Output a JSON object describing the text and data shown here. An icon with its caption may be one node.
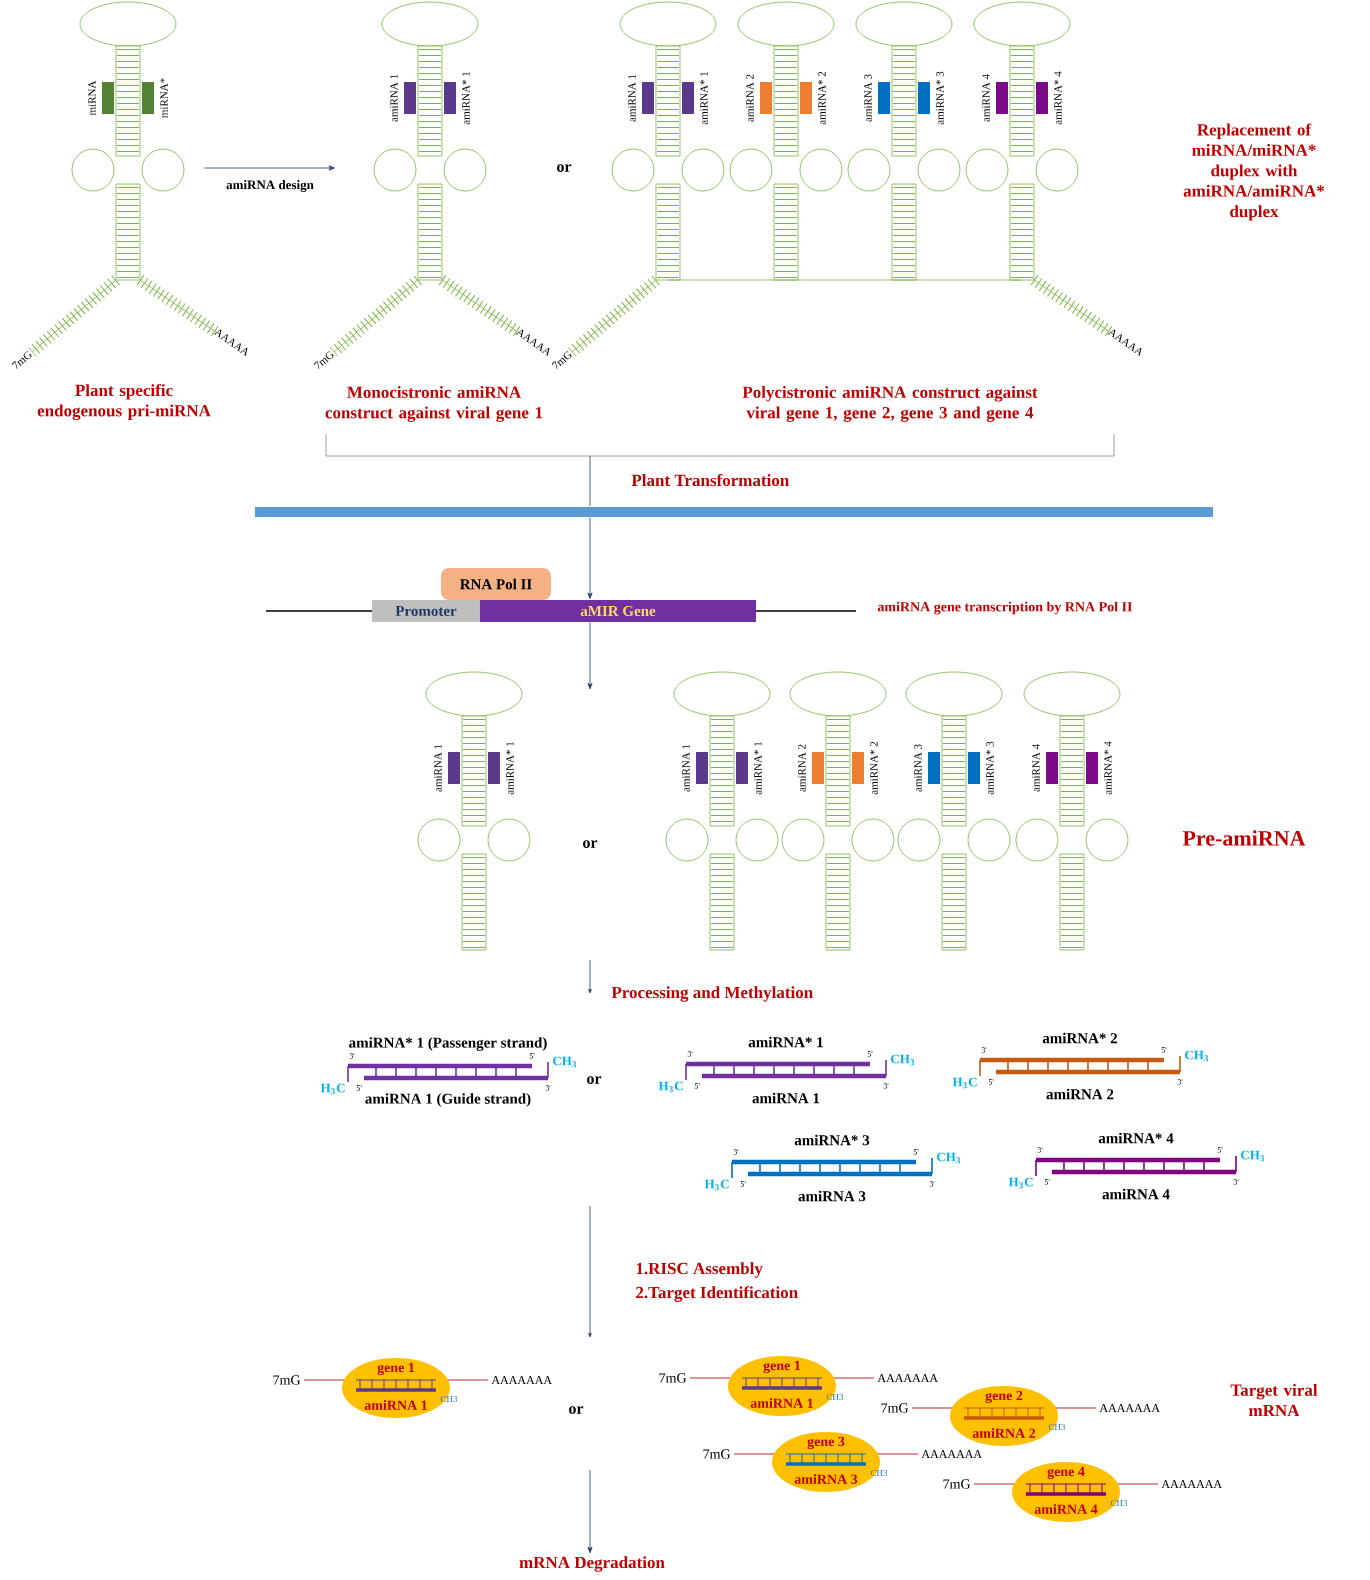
{
  "diagram": {
    "nodes": [
      {
        "text": [
          "miRNA",
          "miRNA*",
          "7mG",
          "AAAAA"
        ],
        "beside": [
          "Plant specific endogenous pri-miRNA"
        ]
      },
      {
        "text": [
          "amiRNA 1",
          "amiRNA* 1",
          "7mG",
          "AAAAA"
        ],
        "beside": [
          "Monocistronic amiRNA construct against viral gene 1"
        ]
      },
      {
        "text": [
          "amiRNA 1",
          "amiRNA* 1",
          "amiRNA 2",
          "amiRNA* 2",
          "amiRNA 3",
          "amiRNA* 3",
          "amiRNA 4",
          "amiRNA* 4",
          "7mG",
          "AAAAA"
        ],
        "beside": [
          "Polycistronic amiRNA construct against viral gene 1, gene 2, gene 3 and gene 4"
        ]
      },
      {
        "text": [],
        "shape": "bar"
      },
      {
        "text": [
          "RNA Pol II"
        ]
      },
      {
        "text": [
          "Promoter"
        ]
      },
      {
        "text": [
          "aMIR Gene"
        ]
      },
      {
        "text": [
          "amiRNA 1",
          "amiRNA* 1"
        ]
      },
      {
        "text": [
          "amiRNA 1",
          "amiRNA* 1"
        ]
      },
      {
        "text": [
          "amiRNA 2",
          "amiRNA* 2"
        ]
      },
      {
        "text": [
          "amiRNA 3",
          "amiRNA* 3"
        ]
      },
      {
        "text": [
          "amiRNA 4",
          "amiRNA* 4"
        ]
      },
      {
        "text": [
          "amiRNA* 1 (Passenger strand)",
          "3'",
          "5'",
          "CH$_{3}$",
          "H$_{3}$C",
          "5'",
          "3'",
          "amiRNA 1 (Guide strand)"
        ]
      },
      {
        "text": [
          "amiRNA* 1",
          "3'",
          "5'",
          "CH$_{3}$",
          "H$_{3}$C",
          "5'",
          "3'",
          "amiRNA 1"
        ]
      },
      {
        "text": [
          "amiRNA* 2",
          "3'",
          "5'",
          "CH$_{3}$",
          "H$_{3}$C",
          "5'",
          "3'",
          "amiRNA 2"
        ]
      },
      {
        "text": [
          "amiRNA* 3",
          "3'",
          "5'",
          "CH$_{3}$",
          "H$_{3}$C",
          "5'",
          "3'",
          "amiRNA 3"
        ]
      },
      {
        "text": [
          "amiRNA* 4",
          "3'",
          "5'",
          "CH$_{3}$",
          "H$_{3}$C",
          "5'",
          "3'",
          "amiRNA 4"
        ]
      },
      {
        "text": [
          "gene 1",
          "CH3",
          "amiRNA 1"
        ],
        "beside": [
          "7mG",
          "AAAAAAA"
        ]
      },
      {
        "text": [
          "gene 1",
          "CH3",
          "amiRNA 1"
        ],
        "beside": [
          "7mG",
          "AAAAAAA"
        ]
      },
      {
        "text": [
          "gene 2",
          "CH3",
          "amiRNA 2"
        ],
        "beside": [
          "7mG",
          "AAAAAAA"
        ]
      },
      {
        "text": [
          "gene 3",
          "CH3",
          "amiRNA 3"
        ],
        "beside": [
          "7mG",
          "AAAAAAA"
        ]
      },
      {
        "text": [
          "gene 4",
          "CH3",
          "amiRNA 4"
        ],
        "beside": [
          "7mG",
          "AAAAAAA"
        ]
      },
      {
        "text": [
          "mRNA Degradation"
        ]
      }
    ],
    "edges": [
      {
        "from": 0,
        "to": 1,
        "arrow": "to",
        "label": "amiRNA design"
      },
      {
        "from": 3,
        "to": 6,
        "arrow": "to"
      },
      {
        "from": 6,
        "to": null,
        "arrow": "to"
      },
      {
        "from": null,
        "to": 22,
        "arrow": "to"
      }
    ],
    "labels": [
      "or",
      "Replacement of miRNA/miRNA* duplex with amiRNA/amiRNA* duplex",
      "Plant Transformation",
      "amiRNA gene transcription by RNA Pol II",
      "or",
      "Pre-amiRNA",
      "Processing and Methylation",
      "or",
      "1.RISC Assembly",
      "2.Target Identification",
      "Target viral mRNA",
      "or"
    ]
  }
}
